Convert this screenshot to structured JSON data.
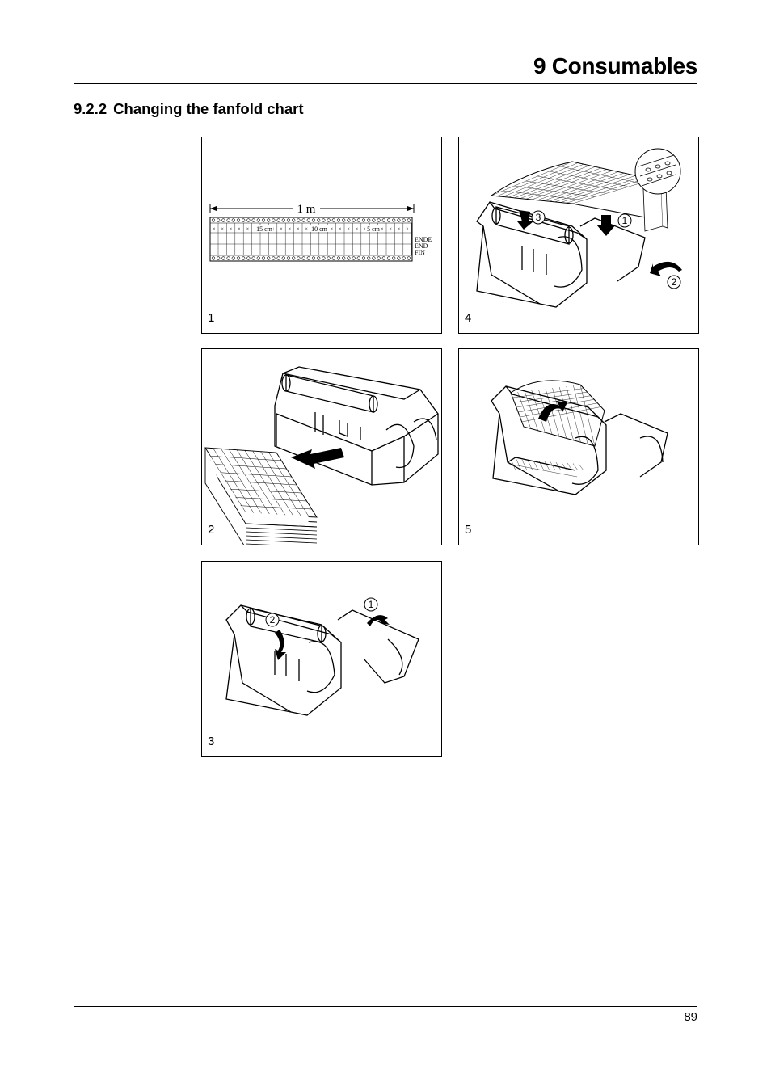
{
  "header": {
    "chapter_title": "9 Consumables"
  },
  "section": {
    "number": "9.2.2",
    "title": "Changing the fanfold chart"
  },
  "figures": {
    "f1": {
      "step": "1",
      "length_label": "1 m",
      "distance_marks": [
        "15 cm",
        "10 cm",
        "5 cm"
      ],
      "end_marks": [
        "ENDE",
        "END",
        "FIN"
      ]
    },
    "f2": {
      "step": "2"
    },
    "f3": {
      "step": "3",
      "callouts": [
        "1",
        "2"
      ]
    },
    "f4": {
      "step": "4",
      "callouts": [
        "1",
        "2",
        "3"
      ]
    },
    "f5": {
      "step": "5"
    }
  },
  "footer": {
    "page_number": "89"
  }
}
